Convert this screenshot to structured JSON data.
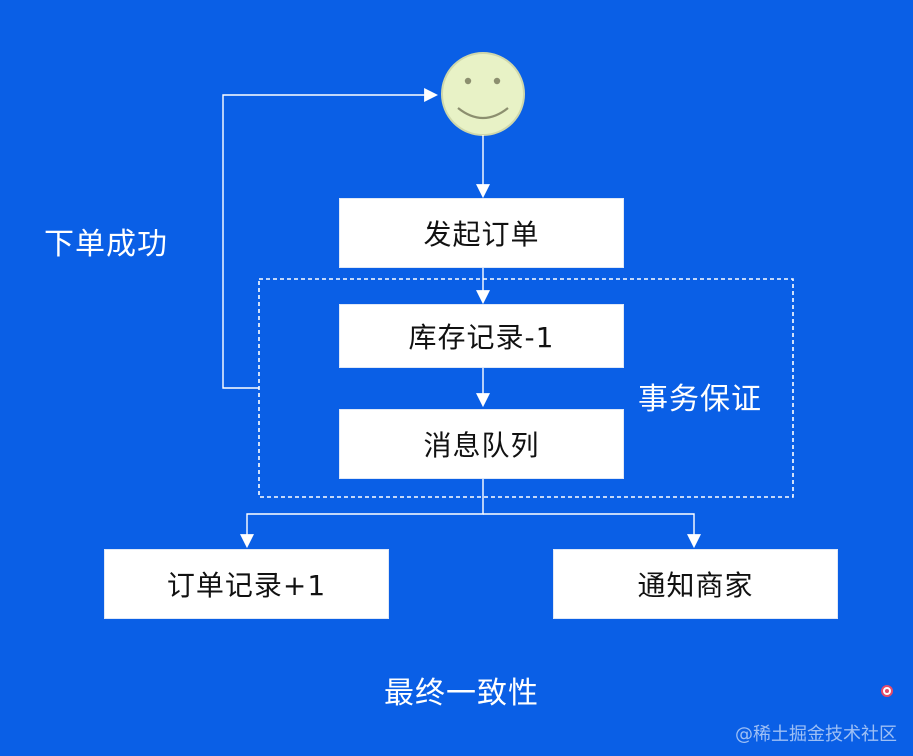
{
  "diagram": {
    "nodes": {
      "start": "发起订单",
      "inventory": "库存记录-1",
      "mq": "消息队列",
      "order_record": "订单记录+1",
      "notify": "通知商家"
    },
    "labels": {
      "success": "下单成功",
      "transaction": "事务保证",
      "eventual": "最终一致性"
    },
    "watermark": "@稀土掘金技术社区"
  },
  "colors": {
    "background": "#0a5fe6",
    "box_fill": "#ffffff",
    "line": "#ffffff",
    "smiley_face": "#e8f2c6"
  },
  "icons": {
    "actor": "smiley-face-icon",
    "record": "record-indicator-icon"
  }
}
